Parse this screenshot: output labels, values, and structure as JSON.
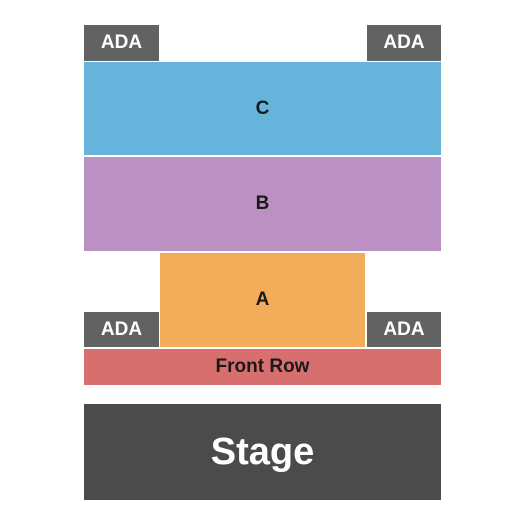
{
  "sections": {
    "ada_top_left": {
      "label": "ADA",
      "color": "#626262"
    },
    "ada_top_right": {
      "label": "ADA",
      "color": "#626262"
    },
    "c": {
      "label": "C",
      "color": "#66b3dc"
    },
    "b": {
      "label": "B",
      "color": "#bb90c2"
    },
    "a": {
      "label": "A",
      "color": "#f3ac59"
    },
    "ada_mid_left": {
      "label": "ADA",
      "color": "#626262"
    },
    "ada_mid_right": {
      "label": "ADA",
      "color": "#626262"
    },
    "front_row": {
      "label": "Front Row",
      "color": "#d86f6f"
    }
  },
  "stage": {
    "label": "Stage",
    "color": "#4b4b4b"
  }
}
